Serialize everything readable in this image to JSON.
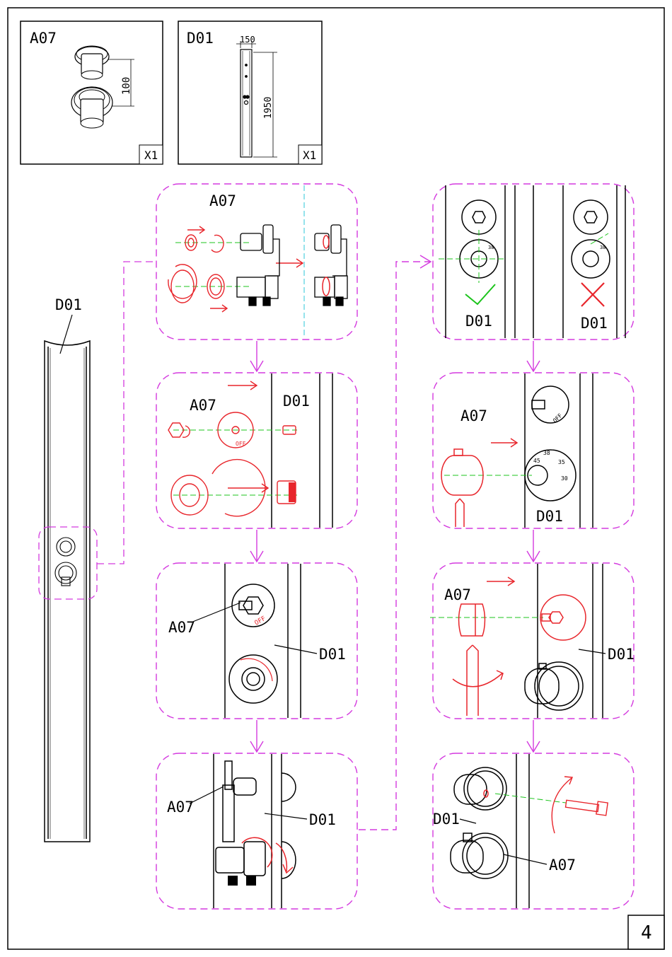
{
  "page": {
    "number": "4"
  },
  "parts": [
    {
      "code": "A07",
      "dimension": "100",
      "quantity": "X1"
    },
    {
      "code": "D01",
      "width": "150",
      "height": "1950",
      "quantity": "X1"
    }
  ],
  "labels": {
    "a07": "A07",
    "d01": "D01"
  },
  "dial": {
    "marks": [
      "45",
      "38",
      "35",
      "30"
    ],
    "off": "OFF"
  },
  "colors": {
    "accent": "#e8252b",
    "guide": "#d43adf",
    "axis": "#1cc41c",
    "cut": "#2bc7d8",
    "ok": "#1cc41c"
  },
  "icons": {
    "correct": "checkmark-icon",
    "wrong": "cross-icon"
  }
}
